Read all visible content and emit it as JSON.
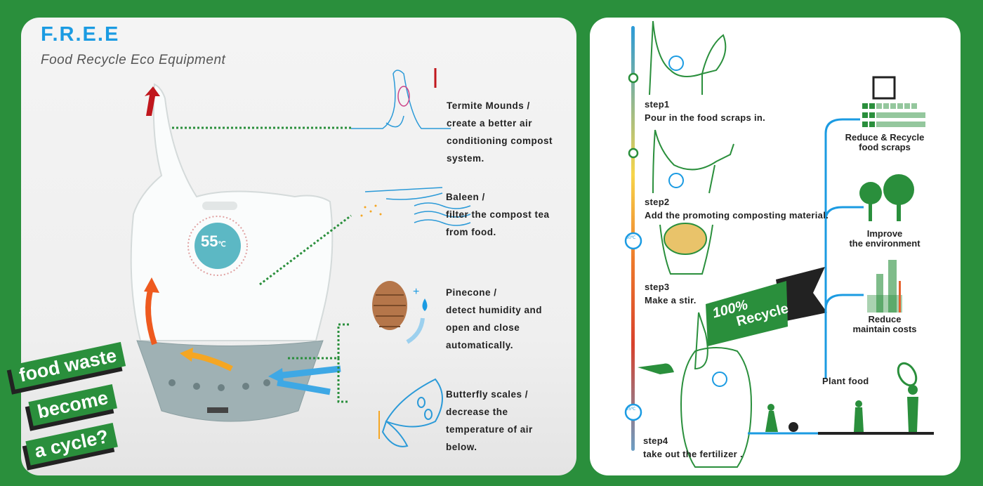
{
  "left_panel": {
    "title": "F.R.E.E",
    "subtitle": "Food Recycle Eco Equipment",
    "display_temp": "55",
    "display_unit": "℃",
    "features": [
      {
        "lines": [
          "Termite Mounds /",
          "create a better air",
          "conditioning compost",
          "system."
        ]
      },
      {
        "lines": [
          "Baleen /",
          "filter the compost tea",
          "from food."
        ]
      },
      {
        "lines": [
          "Pinecone /",
          "detect humidity and",
          "open and close",
          "automatically."
        ]
      },
      {
        "lines": [
          "Butterfly scales /",
          "decrease the",
          "temperature of air",
          "below."
        ]
      }
    ],
    "ribbon": [
      "food waste",
      "become",
      "a cycle?"
    ]
  },
  "right_panel": {
    "steps": [
      {
        "label": "step1",
        "text": "Pour in the food scraps in."
      },
      {
        "label": "step2",
        "text": "Add the promoting composting material."
      },
      {
        "label": "step3",
        "text": "Make a stir."
      },
      {
        "label": "step4",
        "text": "take out the fertilizer ."
      }
    ],
    "timeline_temps": [
      "60℃",
      "25℃"
    ],
    "badge": [
      "100%",
      "Recycle"
    ],
    "benefits": [
      {
        "lines": [
          "Reduce & Recycle",
          "food scraps"
        ]
      },
      {
        "lines": [
          "Improve",
          "the environment"
        ]
      },
      {
        "lines": [
          "Reduce",
          "maintain costs"
        ]
      }
    ],
    "plant_food": "Plant food"
  },
  "colors": {
    "background": "#2a8f3c",
    "accent_blue": "#1b9be2",
    "green": "#2a8f3c"
  }
}
